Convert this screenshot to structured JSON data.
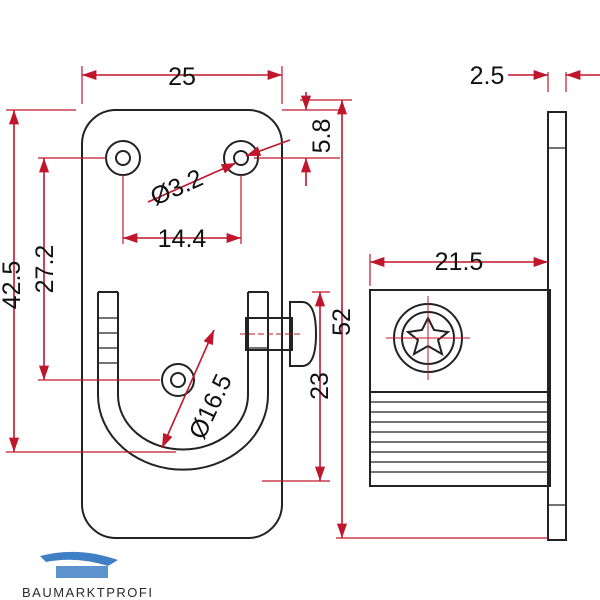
{
  "drawing": {
    "dimensions": {
      "width_top": "25",
      "thickness": "2.5",
      "hole_offset": "5.8",
      "hole_diameter": "Ø3.2",
      "hole_spacing": "14.4",
      "height_outer": "42.5",
      "height_holes": "27.2",
      "side_depth": "21.5",
      "total_height": "52",
      "ring_diameter": "Ø16.5",
      "lower_height": "23"
    },
    "colors": {
      "dimension": "#c0162c",
      "outline": "#222222",
      "logo_blue": "#3f7fc4"
    }
  },
  "brand": {
    "name": "BAUMARKTPROFI"
  }
}
